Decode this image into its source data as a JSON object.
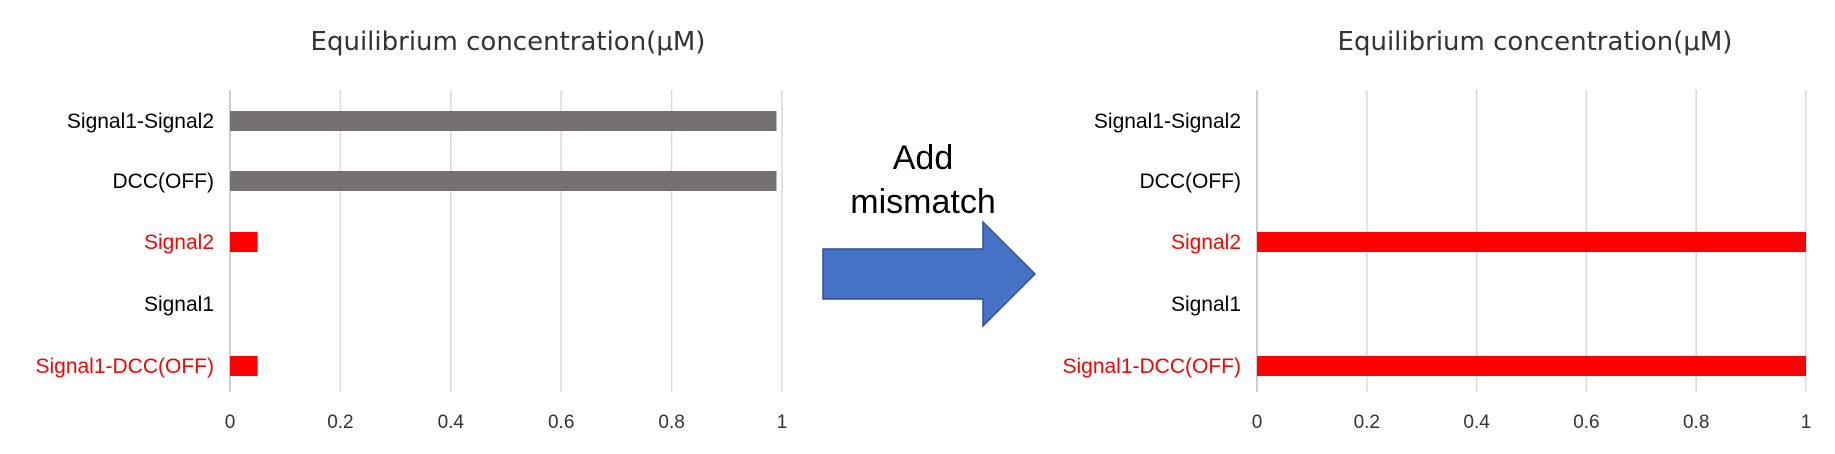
{
  "chart_data": [
    {
      "type": "bar",
      "orientation": "horizontal",
      "title": "Equilibrium concentration(μM)",
      "categories": [
        "Signal1-Signal2",
        "DCC(OFF)",
        "Signal2",
        "Signal1",
        "Signal1-DCC(OFF)"
      ],
      "category_colors": [
        "#000000",
        "#000000",
        "#ff0000",
        "#000000",
        "#ff0000"
      ],
      "values": [
        0.99,
        0.99,
        0.05,
        0,
        0.05
      ],
      "bar_colors": [
        "#767171",
        "#767171",
        "#ff0000",
        "#767171",
        "#ff0000"
      ],
      "xlim": [
        0,
        1
      ],
      "x_ticks": [
        "0",
        "0.2",
        "0.4",
        "0.6",
        "0.8",
        "1"
      ],
      "grid": true
    },
    {
      "type": "bar",
      "orientation": "horizontal",
      "title": "Equilibrium concentration(μM)",
      "categories": [
        "Signal1-Signal2",
        "DCC(OFF)",
        "Signal2",
        "Signal1",
        "Signal1-DCC(OFF)"
      ],
      "category_colors": [
        "#000000",
        "#000000",
        "#ff0000",
        "#000000",
        "#ff0000"
      ],
      "values": [
        0,
        0,
        1,
        0,
        1
      ],
      "bar_colors": [
        "#767171",
        "#767171",
        "#ff0000",
        "#767171",
        "#ff0000"
      ],
      "xlim": [
        0,
        1
      ],
      "x_ticks": [
        "0",
        "0.2",
        "0.4",
        "0.6",
        "0.8",
        "1"
      ],
      "grid": true
    }
  ],
  "arrow": {
    "label_line1": "Add",
    "label_line2": "mismatch",
    "color": "#4472c4"
  }
}
